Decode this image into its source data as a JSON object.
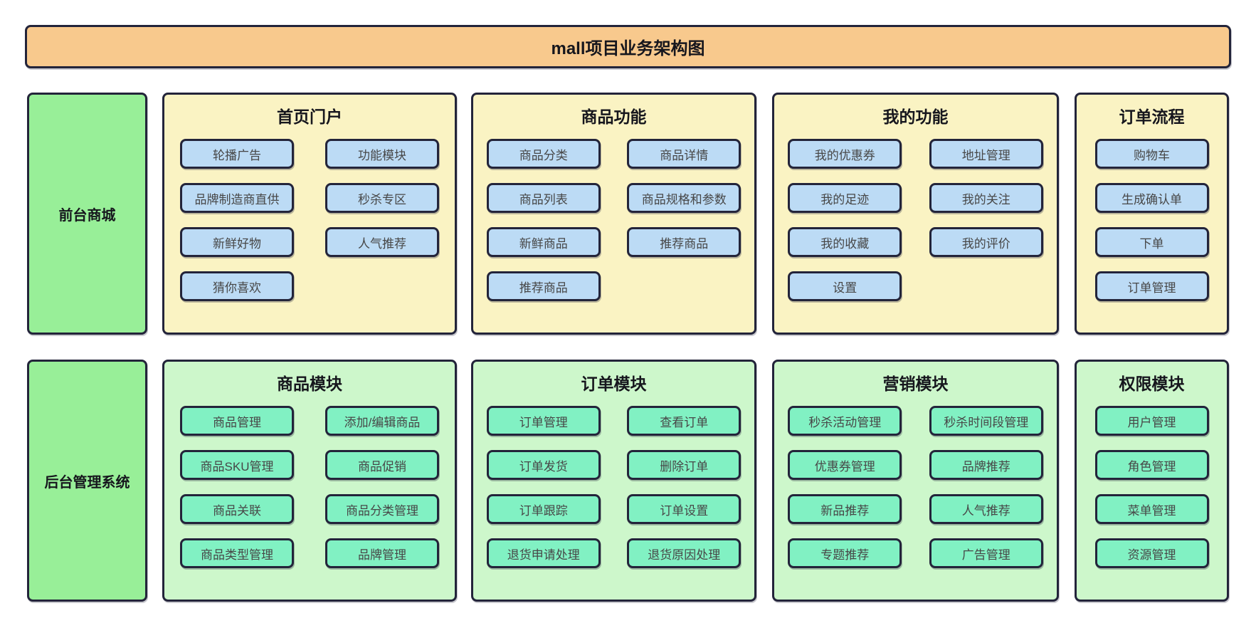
{
  "title": "mall项目业务架构图",
  "colors": {
    "title_bg": "#F8C98D",
    "front_panel_bg": "#FAF3C3",
    "front_chip_bg": "#BCDBF5",
    "label_bg": "#98EF98",
    "back_panel_bg": "#CDF7CB",
    "back_chip_bg": "#81F1C3",
    "border": "#23243A"
  },
  "rows": [
    {
      "name": "frontend-mall-row",
      "label": "前台商城",
      "panels": [
        {
          "name": "home-portal",
          "title": "首页门户",
          "columns": 2,
          "items": [
            "轮播广告",
            "功能模块",
            "品牌制造商直供",
            "秒杀专区",
            "新鲜好物",
            "人气推荐",
            "猜你喜欢"
          ]
        },
        {
          "name": "product-features",
          "title": "商品功能",
          "columns": 2,
          "items": [
            "商品分类",
            "商品详情",
            "商品列表",
            "商品规格和参数",
            "新鲜商品",
            "推荐商品",
            "推荐商品"
          ]
        },
        {
          "name": "my-features",
          "title": "我的功能",
          "columns": 2,
          "items": [
            "我的优惠券",
            "地址管理",
            "我的足迹",
            "我的关注",
            "我的收藏",
            "我的评价",
            "设置"
          ]
        },
        {
          "name": "order-flow",
          "title": "订单流程",
          "columns": 1,
          "items": [
            "购物车",
            "生成确认单",
            "下单",
            "订单管理"
          ]
        }
      ]
    },
    {
      "name": "backend-admin-row",
      "label": "后台管理系统",
      "panels": [
        {
          "name": "product-module",
          "title": "商品模块",
          "columns": 2,
          "items": [
            "商品管理",
            "添加/编辑商品",
            "商品SKU管理",
            "商品促销",
            "商品关联",
            "商品分类管理",
            "商品类型管理",
            "品牌管理"
          ]
        },
        {
          "name": "order-module",
          "title": "订单模块",
          "columns": 2,
          "items": [
            "订单管理",
            "查看订单",
            "订单发货",
            "删除订单",
            "订单跟踪",
            "订单设置",
            "退货申请处理",
            "退货原因处理"
          ]
        },
        {
          "name": "marketing-module",
          "title": "营销模块",
          "columns": 2,
          "items": [
            "秒杀活动管理",
            "秒杀时间段管理",
            "优惠券管理",
            "品牌推荐",
            "新品推荐",
            "人气推荐",
            "专题推荐",
            "广告管理"
          ]
        },
        {
          "name": "permission-module",
          "title": "权限模块",
          "columns": 1,
          "items": [
            "用户管理",
            "角色管理",
            "菜单管理",
            "资源管理"
          ]
        }
      ]
    }
  ]
}
